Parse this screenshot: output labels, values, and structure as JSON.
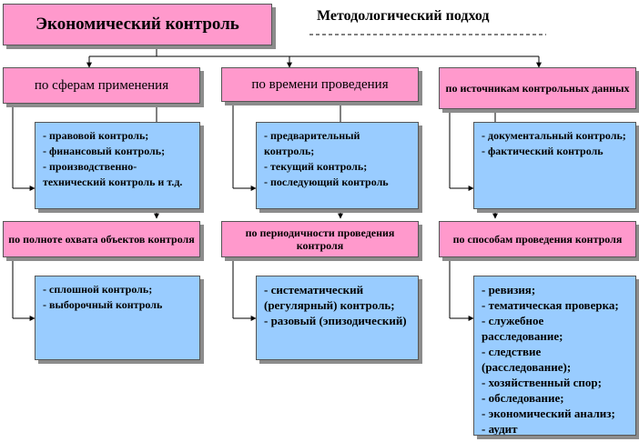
{
  "title": "Экономический контроль",
  "approach": "Методологический подход",
  "columns": [
    {
      "top_header": "по сферам применения",
      "top_items": [
        "- правовой контроль;",
        "- финансовый контроль;",
        "- производственно-технический контроль и т.д."
      ],
      "bottom_header": "по полноте охвата объектов контроля",
      "bottom_items": [
        "- сплошной контроль;",
        "- выборочный контроль"
      ]
    },
    {
      "top_header": "по времени проведения",
      "top_items": [
        "- предварительный контроль;",
        "- текущий контроль;",
        "- последующий контроль"
      ],
      "bottom_header": "по периодичности проведения контроля",
      "bottom_items": [
        "- систематический (регулярный) контроль;",
        "- разовый (эпизодический)"
      ]
    },
    {
      "top_header": "по источникам контрольных данных",
      "top_items": [
        "- документальный контроль;",
        "- фактический контроль"
      ],
      "bottom_header": "по способам проведения контроля",
      "bottom_items": [
        "- ревизия;",
        "- тематическая проверка;",
        "- служебное расследование;",
        "- следствие (расследование);",
        "- хозяйственный спор;",
        "- обследование;",
        "- экономический анализ;",
        "- аудит"
      ]
    }
  ],
  "colors": {
    "pink": "#ff99cc",
    "blue": "#99ccff",
    "shadow": "#8c8c8c"
  }
}
